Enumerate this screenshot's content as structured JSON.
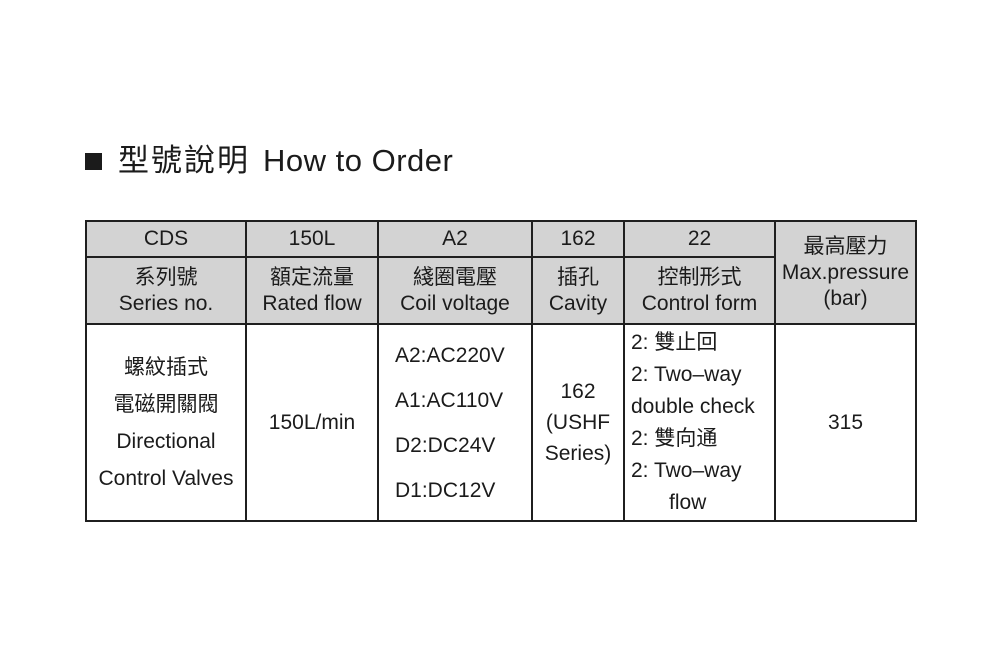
{
  "page": {
    "title_zh": "型號說明",
    "title_en": "How to Order"
  },
  "colors": {
    "header_bg": "#d3d3d3",
    "border": "#1f1f1f",
    "text": "#1b1b1b",
    "page_bg": "#ffffff"
  },
  "table": {
    "code_row": {
      "series_no": "CDS",
      "rated_flow": "150L",
      "coil_voltage": "A2",
      "cavity": "162",
      "control_form": "22"
    },
    "header_row": {
      "series_no": {
        "zh": "系列號",
        "en": "Series no."
      },
      "rated_flow": {
        "zh": "額定流量",
        "en": "Rated flow"
      },
      "coil_voltage": {
        "zh": "綫圈電壓",
        "en": "Coil voltage"
      },
      "cavity": {
        "zh": "插孔",
        "en": "Cavity"
      },
      "control_form": {
        "zh": "控制形式",
        "en": "Control form"
      }
    },
    "pressure_header": {
      "zh": "最高壓力",
      "en": "Max.pressure",
      "unit": "(bar)"
    },
    "body": {
      "series_lines": [
        "螺紋插式",
        "電磁開關閥",
        "Directional",
        "Control Valves"
      ],
      "rated_flow": "150L/min",
      "coil_voltage_lines": [
        "A2:AC220V",
        "A1:AC110V",
        "D2:DC24V",
        "D1:DC12V"
      ],
      "cavity_lines": [
        "162",
        "(USHF",
        "Series)"
      ],
      "control_form_lines": [
        "2: 雙止回",
        "2: Two–way",
        "double check",
        "2: 雙向通",
        "2: Two–way",
        "flow"
      ],
      "max_pressure": "315"
    }
  }
}
